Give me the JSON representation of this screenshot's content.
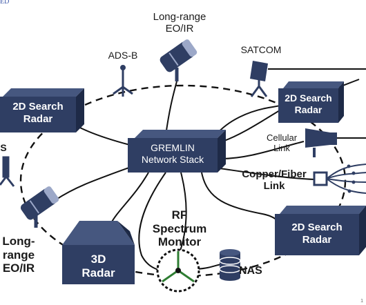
{
  "corner_text": "ED",
  "page_number": "1",
  "nodes": {
    "gremlin": {
      "line1": "GREMLIN",
      "line2": "Network Stack"
    },
    "radar_2d_left": {
      "line1": "2D Search",
      "line2": "Radar"
    },
    "radar_2d_right_top": {
      "line1": "2D Search",
      "line2": "Radar"
    },
    "radar_2d_right_bottom": {
      "line1": "2D Search",
      "line2": "Radar"
    },
    "radar_3d": {
      "line1": "3D",
      "line2": "Radar"
    },
    "eo_ir_top": {
      "line1": "Long-range",
      "line2": "EO/IR"
    },
    "eo_ir_left": {
      "line1": "Long-",
      "line2": "range",
      "line3": "EO/IR"
    },
    "adsb": {
      "label": "ADS-B"
    },
    "satcom": {
      "label": "SATCOM"
    },
    "cellular": {
      "line1": "Cellular",
      "line2": "Link"
    },
    "copper_fiber": {
      "line1": "Copper/Fiber",
      "line2": "Link"
    },
    "rf_monitor": {
      "line1": "RF",
      "line2": "Spectrum",
      "line3": "Monitor"
    },
    "nas": {
      "label": "NAS"
    },
    "left_partial": {
      "label": "S"
    }
  },
  "colors": {
    "box_fill": "#2f3e63",
    "box_top": "#46577f",
    "box_side": "#1e2a47",
    "line": "#111111",
    "icon": "#2f3e63"
  }
}
